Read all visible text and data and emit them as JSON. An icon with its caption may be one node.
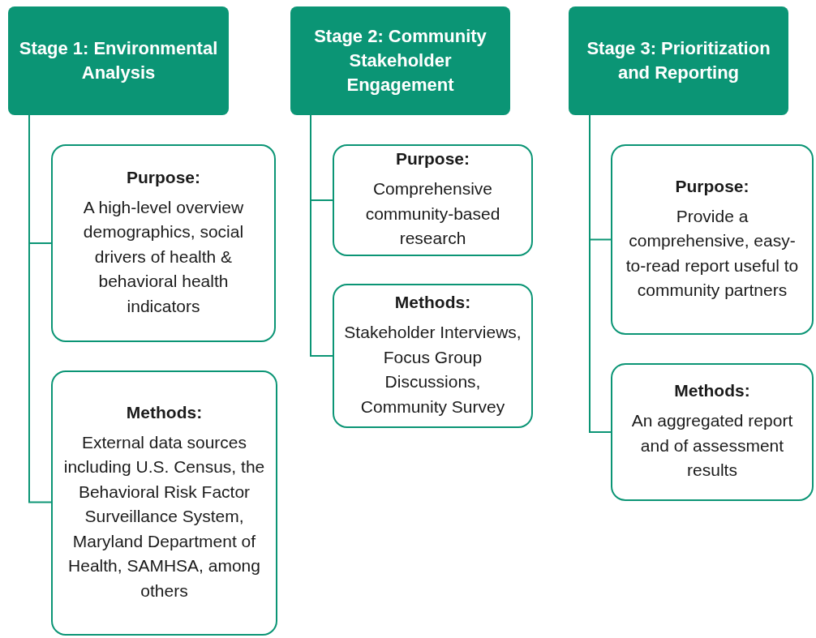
{
  "diagram": {
    "nodes": [
      {
        "text": [
          "Stage 1: Environmental Analysis"
        ]
      },
      {
        "text": [
          "Purpose:",
          "A high-level overview demographics, social drivers of health & behavioral health indicators"
        ]
      },
      {
        "text": [
          "Methods:",
          "External data sources including U.S. Census, the Behavioral Risk Factor Surveillance System, Maryland Department of Health, SAMHSA, among others"
        ]
      },
      {
        "text": [
          "Stage 2: Community Stakeholder Engagement"
        ]
      },
      {
        "text": [
          "Purpose:",
          "Comprehensive community-based research"
        ]
      },
      {
        "text": [
          "Methods:",
          "Stakeholder Interviews,  Focus Group Discussions, Community Survey"
        ]
      },
      {
        "text": [
          "Stage 3: Prioritization and Reporting"
        ]
      },
      {
        "text": [
          "Purpose:",
          "Provide a comprehensive, easy-to-read report useful to community partners"
        ]
      },
      {
        "text": [
          "Methods:",
          "An aggregated report and of assessment results"
        ]
      }
    ],
    "edges": [
      {
        "from": 0,
        "to": 1,
        "arrow": "none"
      },
      {
        "from": 0,
        "to": 2,
        "arrow": "none"
      },
      {
        "from": 3,
        "to": 4,
        "arrow": "none"
      },
      {
        "from": 3,
        "to": 5,
        "arrow": "none"
      },
      {
        "from": 6,
        "to": 7,
        "arrow": "none"
      },
      {
        "from": 6,
        "to": 8,
        "arrow": "none"
      }
    ]
  }
}
